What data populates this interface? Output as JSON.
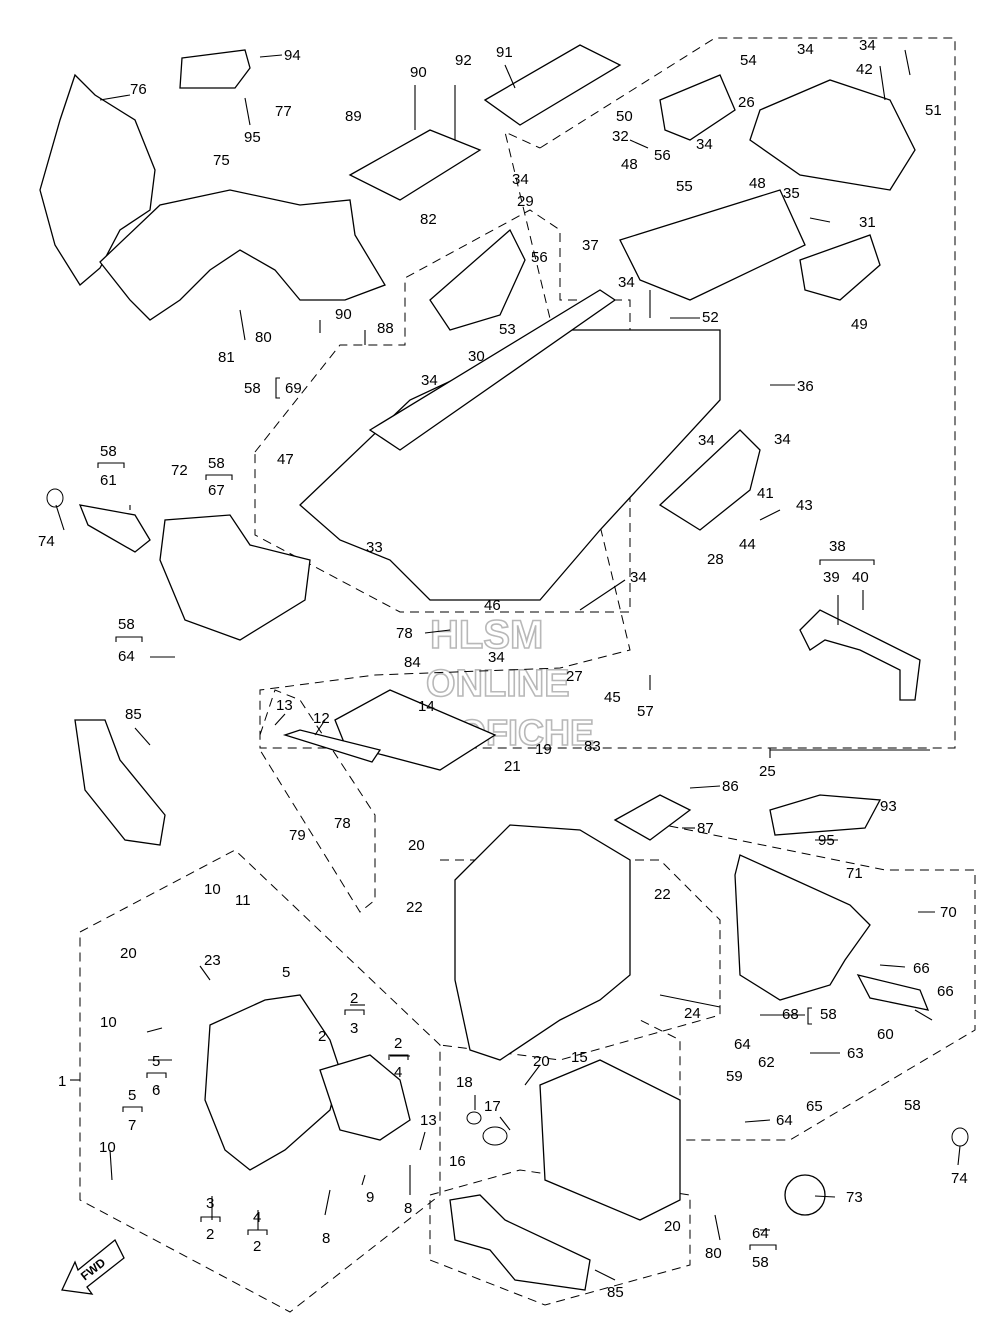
{
  "diagram": {
    "watermark": {
      "line1": "HLSM",
      "line2": "ONLINE",
      "line3": "MICROFICHE"
    },
    "direction_label": "FWD",
    "callouts": [
      {
        "id": "c94",
        "label": "94"
      },
      {
        "id": "c95a",
        "label": "95"
      },
      {
        "id": "c76",
        "label": "76"
      },
      {
        "id": "c77",
        "label": "77"
      },
      {
        "id": "c75",
        "label": "75"
      },
      {
        "id": "c90a",
        "label": "90"
      },
      {
        "id": "c92",
        "label": "92"
      },
      {
        "id": "c91",
        "label": "91"
      },
      {
        "id": "c89",
        "label": "89"
      },
      {
        "id": "c81",
        "label": "81"
      },
      {
        "id": "c80a",
        "label": "80"
      },
      {
        "id": "c90b",
        "label": "90"
      },
      {
        "id": "c88",
        "label": "88"
      },
      {
        "id": "c58a",
        "label": "58"
      },
      {
        "id": "c69",
        "label": "69"
      },
      {
        "id": "c82",
        "label": "82"
      },
      {
        "id": "c29",
        "label": "29"
      },
      {
        "id": "c56a",
        "label": "56"
      },
      {
        "id": "c53",
        "label": "53"
      },
      {
        "id": "c30",
        "label": "30"
      },
      {
        "id": "c34a",
        "label": "34"
      },
      {
        "id": "c34b",
        "label": "34"
      },
      {
        "id": "c37",
        "label": "37"
      },
      {
        "id": "c34c",
        "label": "34"
      },
      {
        "id": "c52",
        "label": "52"
      },
      {
        "id": "c54",
        "label": "54"
      },
      {
        "id": "c34d",
        "label": "34"
      },
      {
        "id": "c34e",
        "label": "34"
      },
      {
        "id": "c42",
        "label": "42"
      },
      {
        "id": "c51",
        "label": "51"
      },
      {
        "id": "c50",
        "label": "50"
      },
      {
        "id": "c26",
        "label": "26"
      },
      {
        "id": "c32",
        "label": "32"
      },
      {
        "id": "c34f",
        "label": "34"
      },
      {
        "id": "c48a",
        "label": "48"
      },
      {
        "id": "c56b",
        "label": "56"
      },
      {
        "id": "c55",
        "label": "55"
      },
      {
        "id": "c48b",
        "label": "48"
      },
      {
        "id": "c35",
        "label": "35"
      },
      {
        "id": "c31",
        "label": "31"
      },
      {
        "id": "c49",
        "label": "49"
      },
      {
        "id": "c36",
        "label": "36"
      },
      {
        "id": "c34g",
        "label": "34"
      },
      {
        "id": "c34h",
        "label": "34"
      },
      {
        "id": "c41",
        "label": "41"
      },
      {
        "id": "c43",
        "label": "43"
      },
      {
        "id": "c44",
        "label": "44"
      },
      {
        "id": "c28",
        "label": "28"
      },
      {
        "id": "c47",
        "label": "47"
      },
      {
        "id": "c33",
        "label": "33"
      },
      {
        "id": "c58b",
        "label": "58"
      },
      {
        "id": "c61",
        "label": "61"
      },
      {
        "id": "c74a",
        "label": "74"
      },
      {
        "id": "c72",
        "label": "72"
      },
      {
        "id": "c58c",
        "label": "58"
      },
      {
        "id": "c67",
        "label": "67"
      },
      {
        "id": "c58d",
        "label": "58"
      },
      {
        "id": "c64a",
        "label": "64"
      },
      {
        "id": "c34i",
        "label": "34"
      },
      {
        "id": "c38",
        "label": "38"
      },
      {
        "id": "c39",
        "label": "39"
      },
      {
        "id": "c40",
        "label": "40"
      },
      {
        "id": "c46",
        "label": "46"
      },
      {
        "id": "c78a",
        "label": "78"
      },
      {
        "id": "c84",
        "label": "84"
      },
      {
        "id": "c34j",
        "label": "34"
      },
      {
        "id": "c27",
        "label": "27"
      },
      {
        "id": "c45",
        "label": "45"
      },
      {
        "id": "c57",
        "label": "57"
      },
      {
        "id": "c13a",
        "label": "13"
      },
      {
        "id": "c12",
        "label": "12"
      },
      {
        "id": "c14",
        "label": "14"
      },
      {
        "id": "c85a",
        "label": "85"
      },
      {
        "id": "c25",
        "label": "25"
      },
      {
        "id": "c19",
        "label": "19"
      },
      {
        "id": "c83",
        "label": "83"
      },
      {
        "id": "c86",
        "label": "86"
      },
      {
        "id": "c93",
        "label": "93"
      },
      {
        "id": "c21",
        "label": "21"
      },
      {
        "id": "c87",
        "label": "87"
      },
      {
        "id": "c95b",
        "label": "95"
      },
      {
        "id": "c79",
        "label": "79"
      },
      {
        "id": "c78b",
        "label": "78"
      },
      {
        "id": "c20a",
        "label": "20"
      },
      {
        "id": "c22a",
        "label": "22"
      },
      {
        "id": "c22b",
        "label": "22"
      },
      {
        "id": "c71",
        "label": "71"
      },
      {
        "id": "c70",
        "label": "70"
      },
      {
        "id": "c10a",
        "label": "10"
      },
      {
        "id": "c11",
        "label": "11"
      },
      {
        "id": "c23",
        "label": "23"
      },
      {
        "id": "c20b",
        "label": "20"
      },
      {
        "id": "c5a",
        "label": "5"
      },
      {
        "id": "c2a",
        "label": "2"
      },
      {
        "id": "c3a",
        "label": "3"
      },
      {
        "id": "c66a",
        "label": "66"
      },
      {
        "id": "c66b",
        "label": "66"
      },
      {
        "id": "c10b",
        "label": "10"
      },
      {
        "id": "c2b",
        "label": "2"
      },
      {
        "id": "c24",
        "label": "24"
      },
      {
        "id": "c68",
        "label": "68"
      },
      {
        "id": "c58e",
        "label": "58"
      },
      {
        "id": "c60",
        "label": "60"
      },
      {
        "id": "c1",
        "label": "1"
      },
      {
        "id": "c5b",
        "label": "5"
      },
      {
        "id": "c6",
        "label": "6"
      },
      {
        "id": "c2c",
        "label": "2"
      },
      {
        "id": "c4a",
        "label": "4"
      },
      {
        "id": "c64b",
        "label": "64"
      },
      {
        "id": "c63",
        "label": "63"
      },
      {
        "id": "c5c",
        "label": "5"
      },
      {
        "id": "c7",
        "label": "7"
      },
      {
        "id": "c20c",
        "label": "20"
      },
      {
        "id": "c15",
        "label": "15"
      },
      {
        "id": "c59",
        "label": "59"
      },
      {
        "id": "c62",
        "label": "62"
      },
      {
        "id": "c18",
        "label": "18"
      },
      {
        "id": "c17",
        "label": "17"
      },
      {
        "id": "c65",
        "label": "65"
      },
      {
        "id": "c58f",
        "label": "58"
      },
      {
        "id": "c13b",
        "label": "13"
      },
      {
        "id": "c64c",
        "label": "64"
      },
      {
        "id": "c10c",
        "label": "10"
      },
      {
        "id": "c16",
        "label": "16"
      },
      {
        "id": "c74b",
        "label": "74"
      },
      {
        "id": "c3b",
        "label": "3"
      },
      {
        "id": "c2d",
        "label": "2"
      },
      {
        "id": "c4b",
        "label": "4"
      },
      {
        "id": "c2e",
        "label": "2"
      },
      {
        "id": "c8a",
        "label": "8"
      },
      {
        "id": "c9",
        "label": "9"
      },
      {
        "id": "c8b",
        "label": "8"
      },
      {
        "id": "c73",
        "label": "73"
      },
      {
        "id": "c20d",
        "label": "20"
      },
      {
        "id": "c80b",
        "label": "80"
      },
      {
        "id": "c64d",
        "label": "64"
      },
      {
        "id": "c58g",
        "label": "58"
      },
      {
        "id": "c85b",
        "label": "85"
      }
    ]
  }
}
